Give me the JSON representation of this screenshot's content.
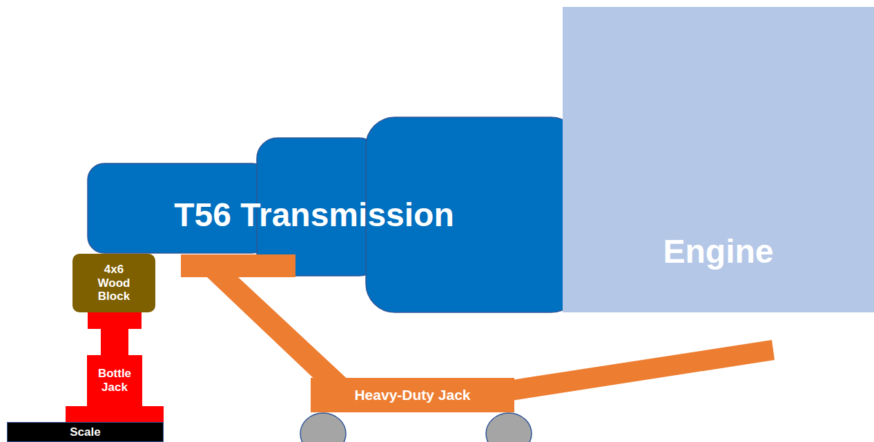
{
  "diagram": {
    "nodes": [
      {
        "text": [
          "T56 Transmission"
        ]
      },
      {
        "text": [
          "Engine"
        ]
      },
      {
        "text": [
          "4x6 Wood Block"
        ]
      },
      {
        "text": [
          "Bottle Jack"
        ]
      },
      {
        "text": [
          "Heavy-Duty Jack"
        ]
      },
      {
        "text": [
          "Scale"
        ]
      }
    ]
  }
}
